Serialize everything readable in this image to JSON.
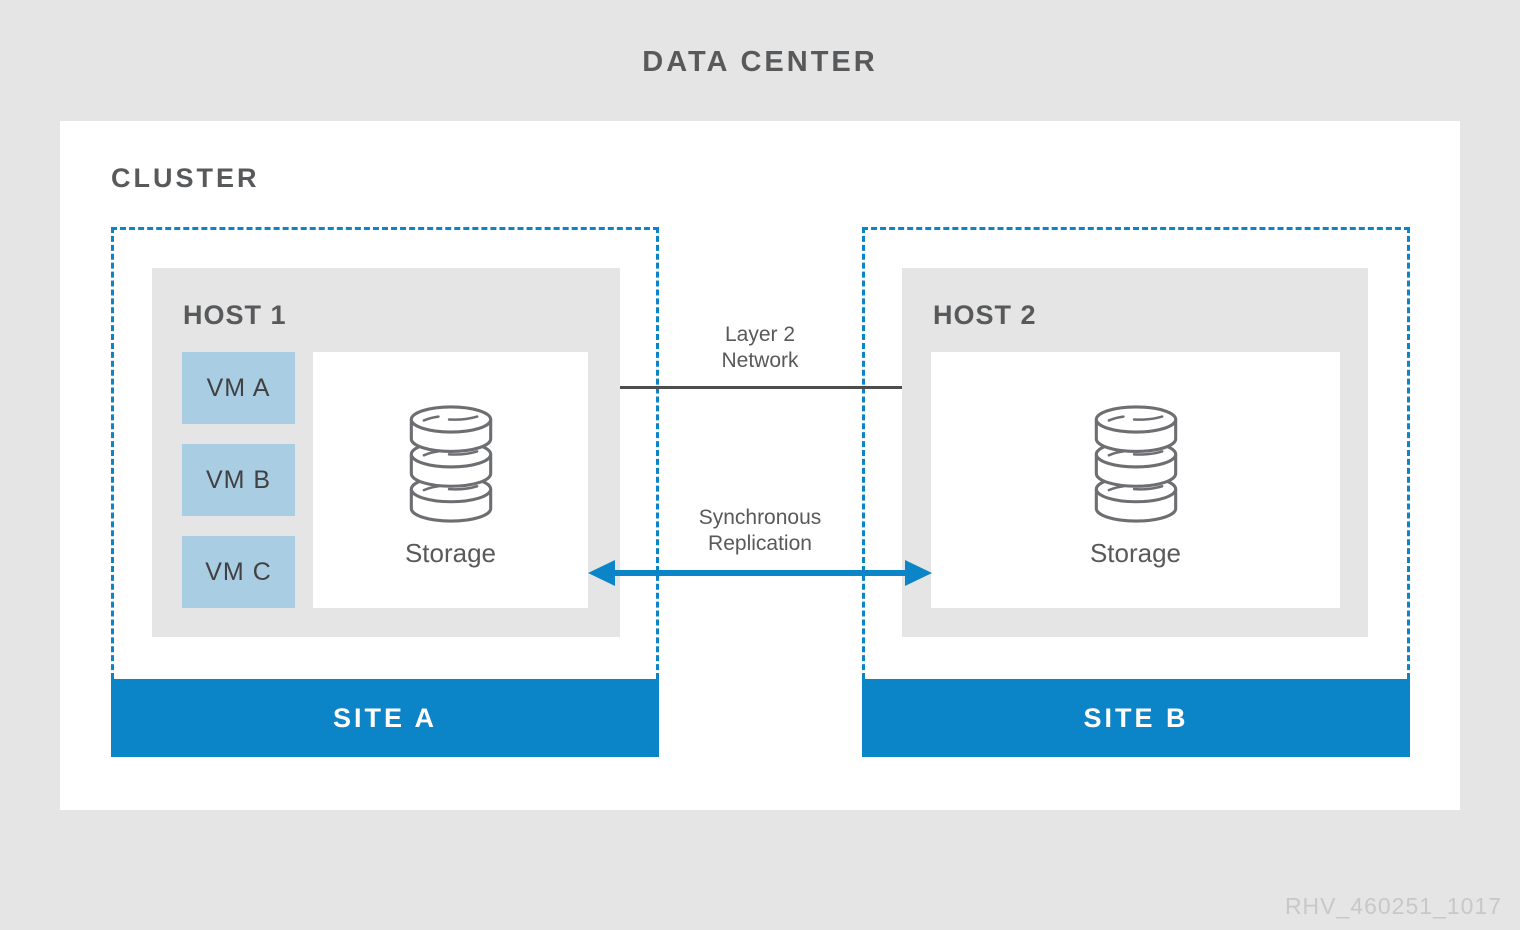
{
  "title": "DATA CENTER",
  "cluster": {
    "label": "CLUSTER"
  },
  "hosts": [
    {
      "label": "HOST 1",
      "vms": [
        "VM A",
        "VM B",
        "VM C"
      ],
      "storage_label": "Storage"
    },
    {
      "label": "HOST 2",
      "vms": [],
      "storage_label": "Storage"
    }
  ],
  "connections": {
    "layer2": {
      "line1": "Layer 2",
      "line2": "Network"
    },
    "replication": {
      "line1": "Synchronous",
      "line2": "Replication"
    }
  },
  "sites": [
    {
      "label": "SITE A"
    },
    {
      "label": "SITE B"
    }
  ],
  "watermark": "RHV_460251_1017",
  "colors": {
    "accent_blue": "#0b84c8",
    "vm_blue": "#a9cee3",
    "panel_white": "#ffffff",
    "background_gray": "#e5e5e5",
    "host_gray": "#e5e5e5",
    "heading_gray": "#58595b",
    "network_line_gray": "#4d4d4d",
    "storage_icon_gray": "#6d6e71",
    "watermark_gray": "#c7c8ca"
  }
}
